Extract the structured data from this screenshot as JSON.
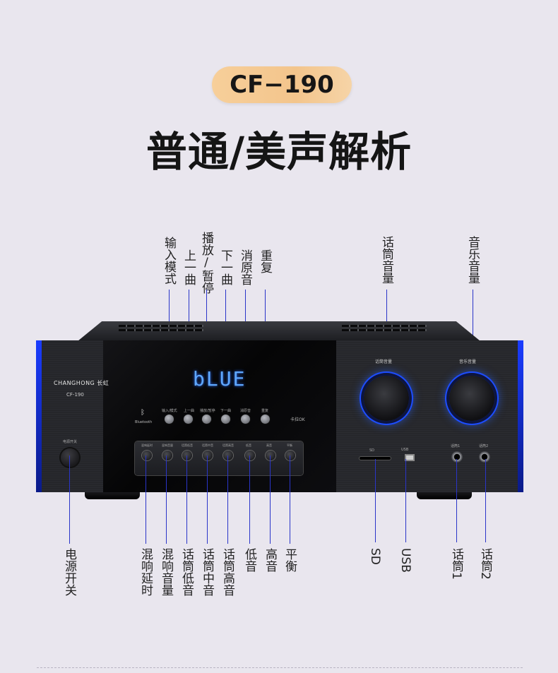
{
  "model_badge": "CF−190",
  "headline": "普通/美声解析",
  "top_labels": {
    "input_mode": "输入模式",
    "prev_track": "上一曲",
    "play_pause": "播放/暂停",
    "next_track": "下一曲",
    "vocal_cut": "消原音",
    "repeat": "重复",
    "mic_volume": "话筒音量",
    "music_volume": "音乐音量"
  },
  "bottom_labels": {
    "power_switch": "电源开关",
    "reverb_delay": "混响延时",
    "reverb_volume": "混响音量",
    "mic_bass": "话筒低音",
    "mic_mid": "话筒中音",
    "mic_treble": "话筒高音",
    "bass": "低音",
    "treble": "高音",
    "balance": "平衡",
    "sd": "SD",
    "usb": "USB",
    "mic1": "话筒1",
    "mic2": "话筒2"
  },
  "device": {
    "brand": "CHANGHONG 长虹",
    "model": "CF-190",
    "display_text": "bLUE",
    "bluetooth_label": "Bluetooth",
    "button_labels": [
      "输入/模式",
      "上一曲",
      "播放/暂停",
      "下一曲",
      "消原音",
      "重复"
    ],
    "ok_label": "卡拉OK",
    "knob_labels": [
      "话筒音量",
      "音乐音量"
    ],
    "eq_labels": [
      "混响延时",
      "混响音量",
      "话筒低音",
      "话筒中音",
      "话筒高音",
      "低音",
      "高音",
      "平衡"
    ],
    "power_label": "电源开关",
    "sd_label": "SD",
    "usb_label": "USB",
    "jack_labels": [
      "话筒1",
      "话筒2"
    ]
  },
  "colors": {
    "accent": "#2a35c9",
    "glow": "#1d4dff",
    "badge": "#f4c68d",
    "background": "#e9e6ee"
  }
}
